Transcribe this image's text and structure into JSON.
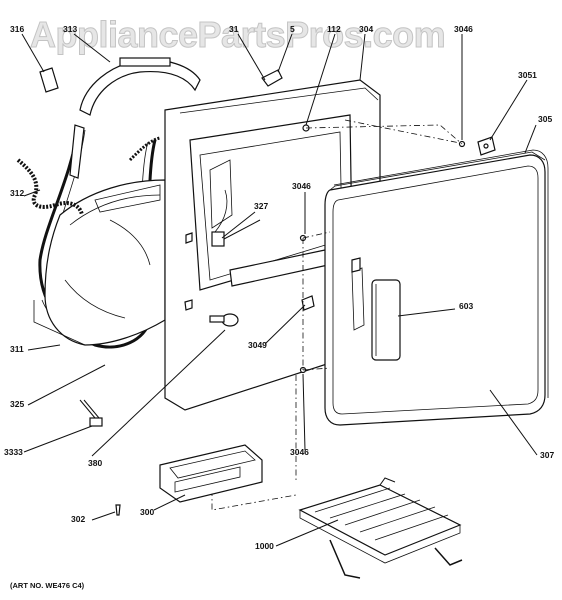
{
  "watermark": "AppliancePartsPros.com",
  "caption": "(ART NO. WE476 C4)",
  "labels": {
    "l316": "316",
    "l313": "313",
    "l3xx_a": "31",
    "l3xx_b": "5",
    "l112": "112",
    "l304": "304",
    "l3046_top": "3046",
    "l3051": "3051",
    "l305": "305",
    "l312": "312",
    "l327": "327",
    "l3046_mid": "3046",
    "l603": "603",
    "l311": "311",
    "l3049": "3049",
    "l325": "325",
    "l3333": "3333",
    "l380": "380",
    "l3046_bot": "3046",
    "l307": "307",
    "l300": "300",
    "l302": "302",
    "l1000": "1000"
  }
}
